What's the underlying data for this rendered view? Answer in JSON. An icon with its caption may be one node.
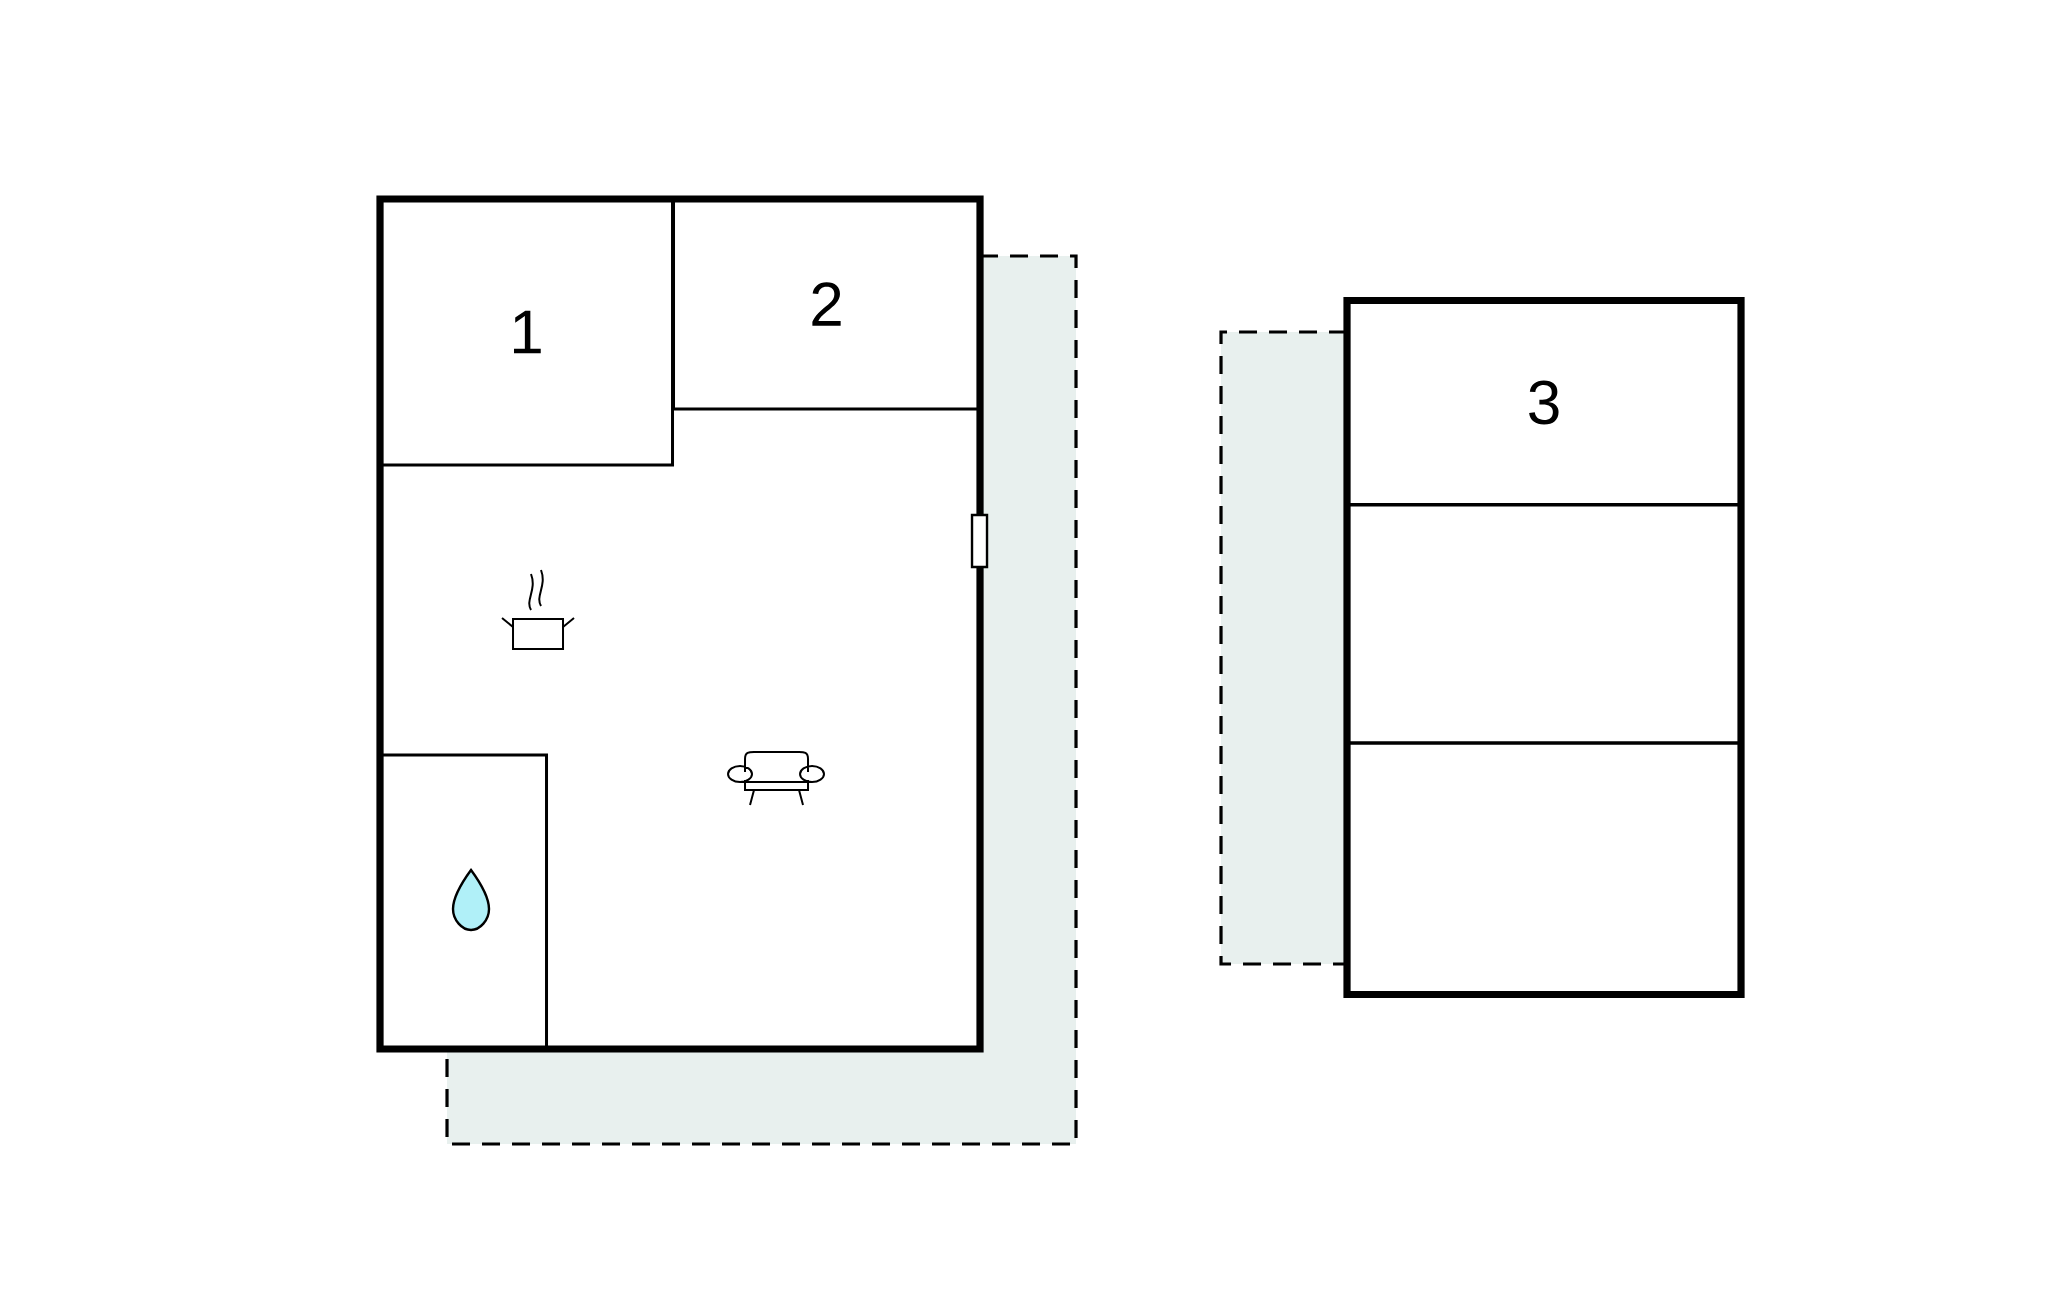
{
  "diagram": {
    "nodes": [
      {
        "text": [],
        "shape": "box"
      },
      {
        "text": [
          "1"
        ],
        "in": 0
      },
      {
        "text": [
          "2"
        ],
        "in": 0
      },
      {
        "text": [],
        "shape": "box",
        "in": 0
      },
      {
        "text": [],
        "shape": "box"
      },
      {
        "text": [
          "3"
        ],
        "in": 4
      },
      {
        "text": [],
        "shape": "box",
        "in": 4
      },
      {
        "text": [],
        "shape": "box",
        "in": 4
      }
    ]
  }
}
